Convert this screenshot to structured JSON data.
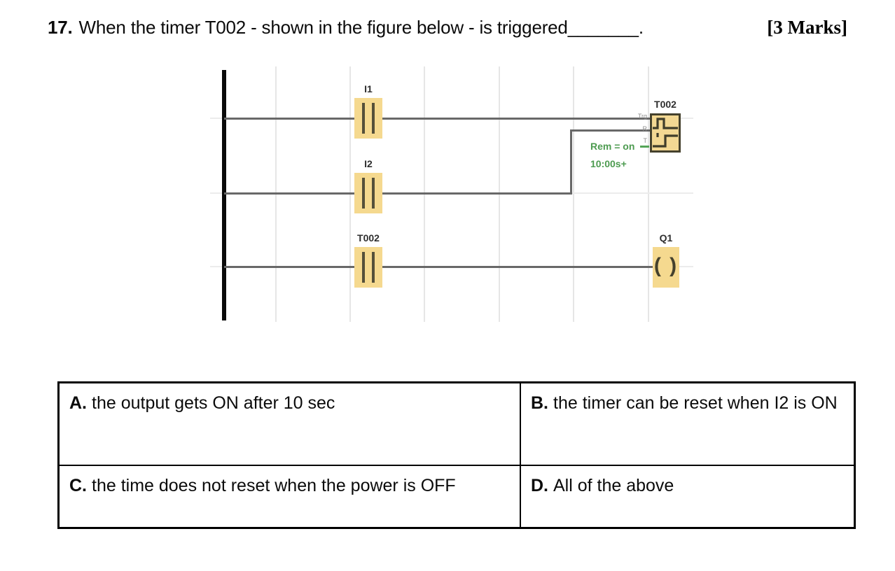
{
  "question": {
    "number": "17.",
    "text": "When the timer T002 - shown in the figure below - is triggered",
    "blank": "_______",
    "period": ".",
    "marks": "[3 Marks]"
  },
  "diagram": {
    "contact_i1": "I1",
    "contact_i2": "I2",
    "contact_t002": "T002",
    "timer_block": {
      "label": "T002",
      "pin_trg": "Trg",
      "pin_r": "R",
      "pin_t": "T",
      "param_retentivity": "Rem = on",
      "param_time": "10:00s+"
    },
    "output_coil": {
      "label": "Q1",
      "symbol": "( )"
    },
    "colors": {
      "element_fill": "#f5d98f",
      "wire": "#686868",
      "rail": "#0a0a0a",
      "param_green": "#4d9b50"
    }
  },
  "options": [
    {
      "letter": "A.",
      "text": "the output gets ON after 10 sec"
    },
    {
      "letter": "B.",
      "text": "the timer can be reset when I2 is ON"
    },
    {
      "letter": "C.",
      "text": "the time does not reset when the power is OFF"
    },
    {
      "letter": "D.",
      "text": "All of the above"
    }
  ]
}
